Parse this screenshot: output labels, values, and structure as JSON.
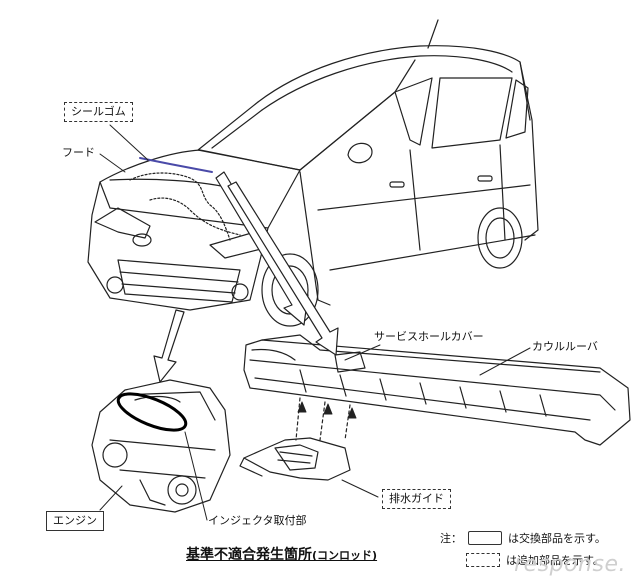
{
  "labels": {
    "seal_rubber": "シールゴム",
    "hood": "フード",
    "service_hole_cover": "サービスホールカバー",
    "cowl_louver": "カウルルーバ",
    "drain_guide": "排水ガイド",
    "engine": "エンジン",
    "injector_mount": "インジェクタ取付部"
  },
  "title": {
    "main": "基準不適合発生箇所",
    "sub": "(コンロッド)"
  },
  "legend": {
    "prefix": "注：",
    "replace": "は交換部品を示す。",
    "add": "は追加部品を示す。"
  },
  "watermark": "response."
}
